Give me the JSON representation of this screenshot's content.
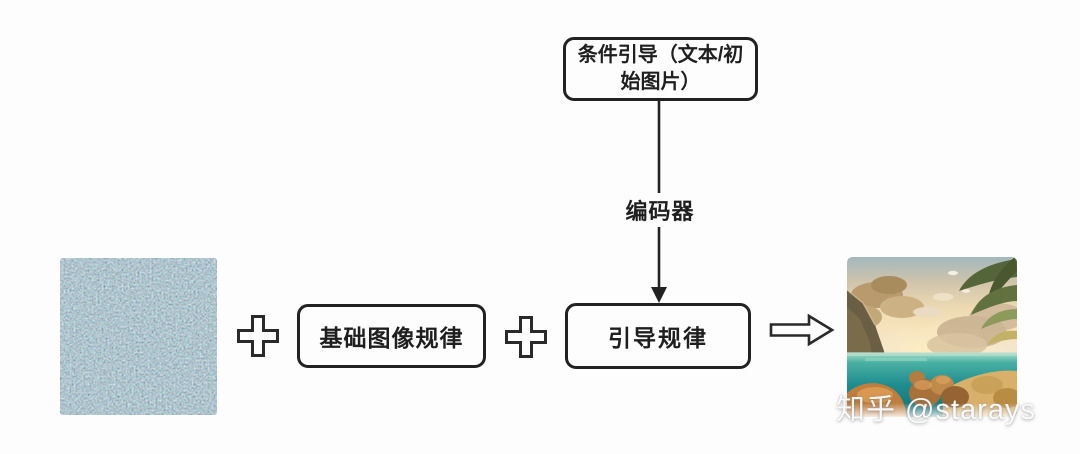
{
  "canvas": {
    "background_color": "#fdfdfd",
    "ink_color": "#222222"
  },
  "flow": {
    "condition_box_label": "条件引导（文本/初始图片）",
    "encoder_label": "编码器",
    "base_rules_label": "基础图像规律",
    "guidance_rules_label": "引导规律"
  },
  "watermark": "知乎 @starays"
}
